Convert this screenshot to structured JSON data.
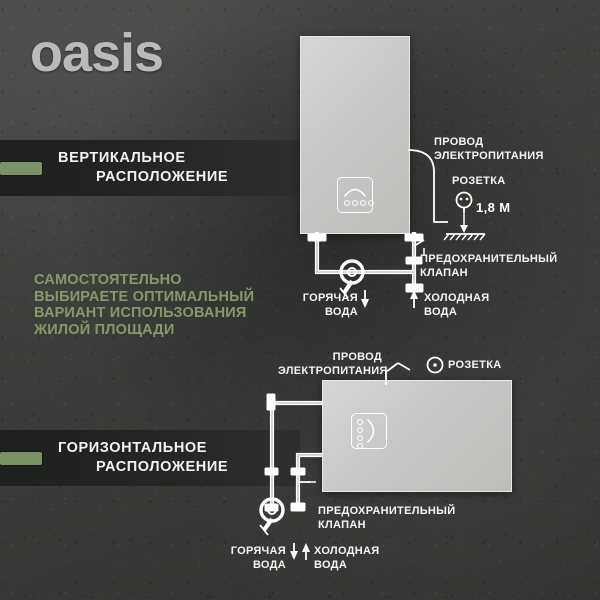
{
  "brand": {
    "logo": "oasis"
  },
  "bands": [
    {
      "id": "vertical",
      "line1": "ВЕРТИКАЛЬНОЕ",
      "line2": "РАСПОЛОЖЕНИЕ",
      "accent_color": "#7d9167"
    },
    {
      "id": "horizontal",
      "line1": "ГОРИЗОНТАЛЬНОЕ",
      "line2": "РАСПОЛОЖЕНИЕ",
      "accent_color": "#7d9167"
    }
  ],
  "green_copy": {
    "text": "САМОСТОЯТЕЛЬНО ВЫБИРАЕТЕ ОПТИМАЛЬНЫЙ ВАРИАНТ ИСПОЛЬЗОВАНИЯ ЖИЛОЙ ПЛОЩАДИ",
    "color": "#86996d"
  },
  "diagram_vertical": {
    "power_cord_l1": "ПРОВОД",
    "power_cord_l2": "ЭЛЕКТРОПИТАНИЯ",
    "socket": "РОЗЕТКА",
    "socket_height": "1,8 М",
    "safety_valve_l1": "ПРЕДОХРАНИТЕЛЬНЫЙ",
    "safety_valve_l2": "КЛАПАН",
    "hot_water_l1": "ГОРЯЧАЯ",
    "hot_water_l2": "ВОДА",
    "cold_water_l1": "ХОЛОДНАЯ",
    "cold_water_l2": "ВОДА"
  },
  "diagram_horizontal": {
    "power_cord_l1": "ПРОВОД",
    "power_cord_l2": "ЭЛЕКТРОПИТАНИЯ",
    "socket": "РОЗЕТКА",
    "safety_valve_l1": "ПРЕДОХРАНИТЕЛЬНЫЙ",
    "safety_valve_l2": "КЛАПАН",
    "hot_water_l1": "ГОРЯЧАЯ",
    "hot_water_l2": "ВОДА",
    "cold_water_l1": "ХОЛОДНАЯ",
    "cold_water_l2": "ВОДА"
  },
  "colors": {
    "background": "#3e403d",
    "band": "#222422",
    "heater_body": "#c6c8c5",
    "line": "#ffffff",
    "text": "#f4f5f3"
  }
}
